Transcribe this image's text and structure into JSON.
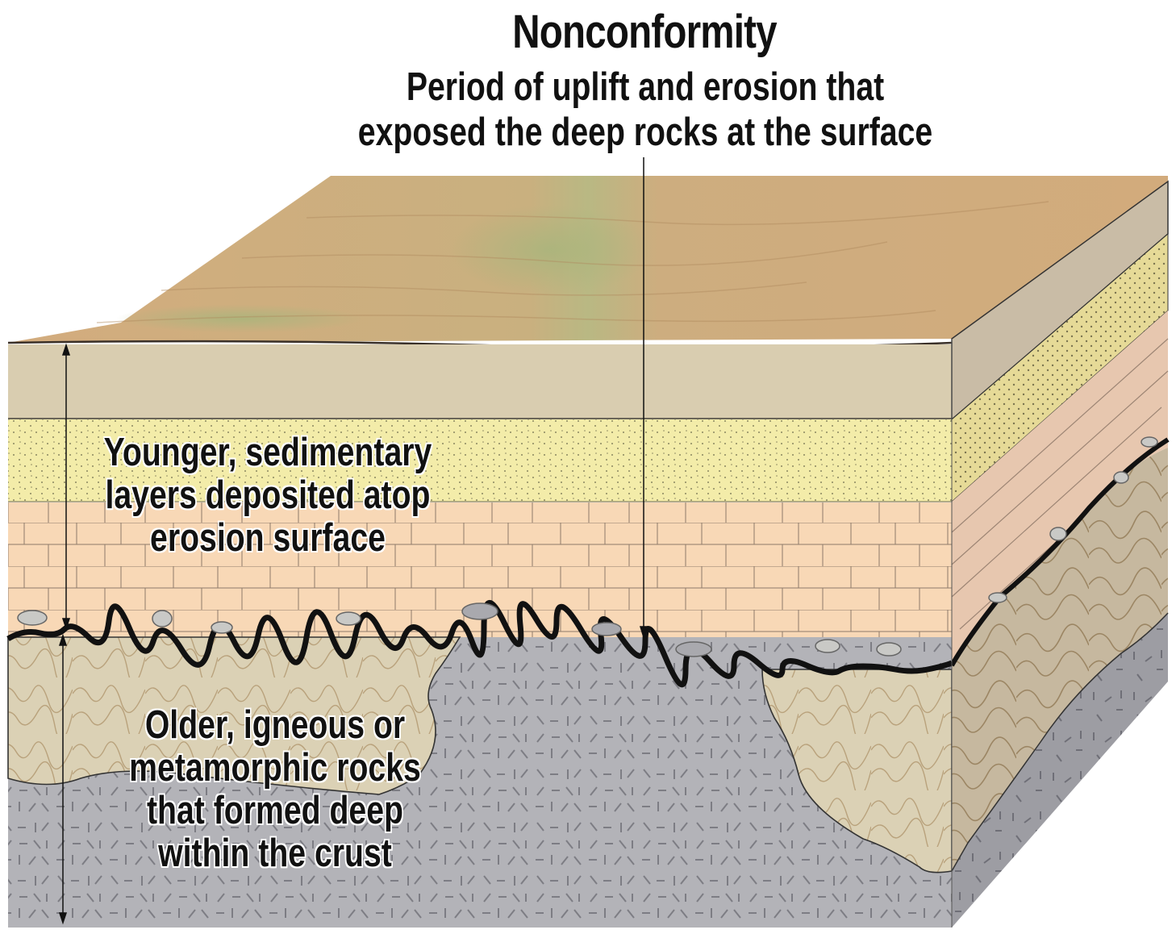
{
  "title": "Nonconformity",
  "subtitle": {
    "line1": "Period of uplift and erosion that",
    "line2": "exposed the deep rocks at the surface"
  },
  "labels": {
    "younger": {
      "line1": "Younger, sedimentary",
      "line2": "layers deposited atop",
      "line3": "erosion surface"
    },
    "older": {
      "line1": "Older, igneous or",
      "line2": "metamorphic rocks",
      "line3": "that formed deep",
      "line4": "within the crust"
    }
  },
  "layers": [
    {
      "name": "land-surface",
      "color": "#cfa979"
    },
    {
      "name": "shale-layer",
      "color": "#d9ccae"
    },
    {
      "name": "sandstone-layer",
      "color": "#f2eba9"
    },
    {
      "name": "limestone-layer",
      "color": "#f8d7b5"
    },
    {
      "name": "metamorphic-rock",
      "color": "#d9cfb3"
    },
    {
      "name": "igneous-rock",
      "color": "#b4b4b8"
    }
  ],
  "colors": {
    "unconformity_line": "#111111",
    "side_shale": "#c8bba6",
    "side_sandstone": "#e8dc99",
    "side_limestone": "#e8c6ae",
    "side_metamorphic": "#c4b69c",
    "side_igneous": "#9c9ca2"
  }
}
